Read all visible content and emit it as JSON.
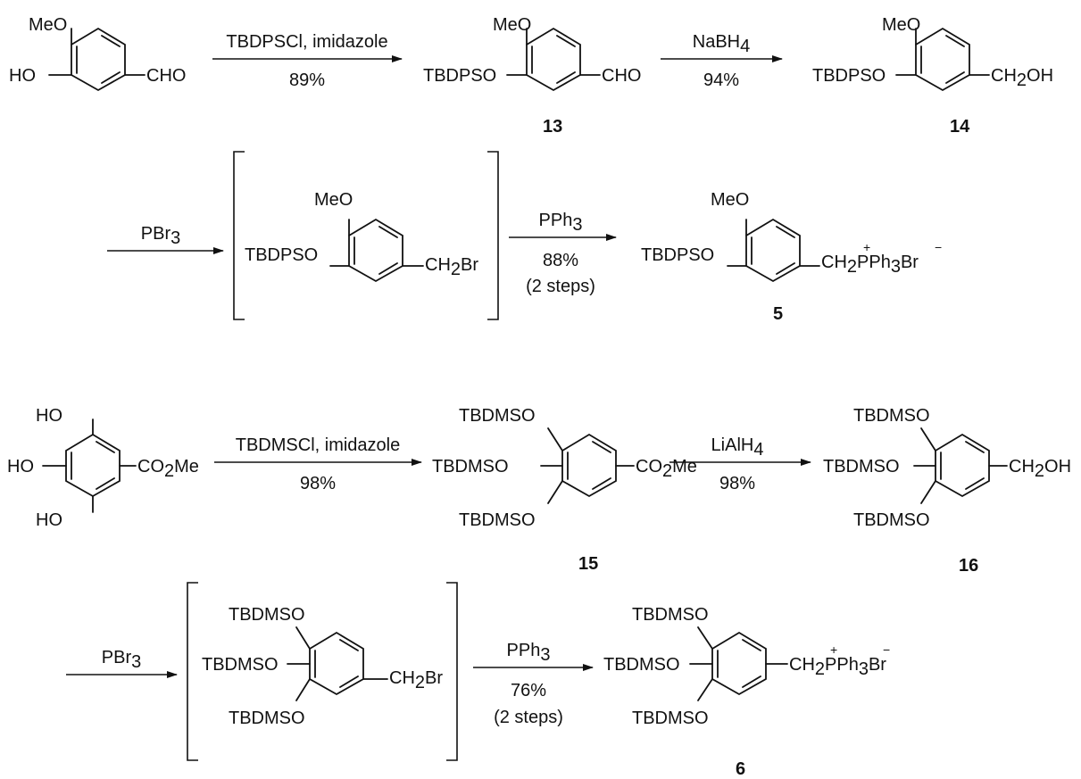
{
  "scheme": {
    "row1": {
      "sm": {
        "ome": "MeO",
        "ho": "HO",
        "cho": "CHO"
      },
      "step1": {
        "reagent": "TBDPSCl, imidazole",
        "yield": "89%"
      },
      "p13": {
        "ome": "MeO",
        "otbdps": "TBDPSO",
        "cho": "CHO",
        "label": "13"
      },
      "step2": {
        "reagent_main": "NaBH",
        "reagent_sub": "4",
        "yield": "94%"
      },
      "p14": {
        "ome": "MeO",
        "otbdps": "TBDPSO",
        "ch2": "CH",
        "ch2_sub": "2",
        "oh": "OH",
        "label": "14"
      }
    },
    "row2": {
      "step3": {
        "reagent_main": "PBr",
        "reagent_sub": "3"
      },
      "int": {
        "ome": "MeO",
        "otbdps": "TBDPSO",
        "ch2": "CH",
        "ch2_sub": "2",
        "br": "Br"
      },
      "step4": {
        "reagent_main": "PPh",
        "reagent_sub": "3",
        "yield": "88%",
        "note": "(2 steps)"
      },
      "p5": {
        "ome": "MeO",
        "otbdps": "TBDPSO",
        "ch2": "CH",
        "ch2_sub": "2",
        "p": "P",
        "plus": "+",
        "ph3": "Ph",
        "ph3_sub": "3",
        "br": "Br",
        "minus": "−",
        "label": "5"
      }
    },
    "row3": {
      "sm": {
        "ho_top": "HO",
        "ho_mid": "HO",
        "ho_bot": "HO",
        "co2": "CO",
        "co2_sub": "2",
        "me": "Me"
      },
      "step1": {
        "reagent": "TBDMSCl, imidazole",
        "yield": "98%"
      },
      "p15": {
        "top": "TBDMSO",
        "mid": "TBDMSO",
        "bot": "TBDMSO",
        "co2": "CO",
        "co2_sub": "2",
        "me": "Me",
        "label": "15"
      },
      "step2": {
        "reagent_main": "LiAlH",
        "reagent_sub": "4",
        "yield": "98%"
      },
      "p16": {
        "top": "TBDMSO",
        "mid": "TBDMSO",
        "bot": "TBDMSO",
        "ch2": "CH",
        "ch2_sub": "2",
        "oh": "OH",
        "label": "16"
      }
    },
    "row4": {
      "step3": {
        "reagent_main": "PBr",
        "reagent_sub": "3"
      },
      "int": {
        "top": "TBDMSO",
        "mid": "TBDMSO",
        "bot": "TBDMSO",
        "ch2": "CH",
        "ch2_sub": "2",
        "br": "Br"
      },
      "step4": {
        "reagent_main": "PPh",
        "reagent_sub": "3",
        "yield": "76%",
        "note": "(2 steps)"
      },
      "p6": {
        "top": "TBDMSO",
        "mid": "TBDMSO",
        "bot": "TBDMSO",
        "ch2": "CH",
        "ch2_sub": "2",
        "p": "P",
        "plus": "+",
        "ph3": "Ph",
        "ph3_sub": "3",
        "br": "Br",
        "minus": "−",
        "label": "6"
      }
    }
  }
}
